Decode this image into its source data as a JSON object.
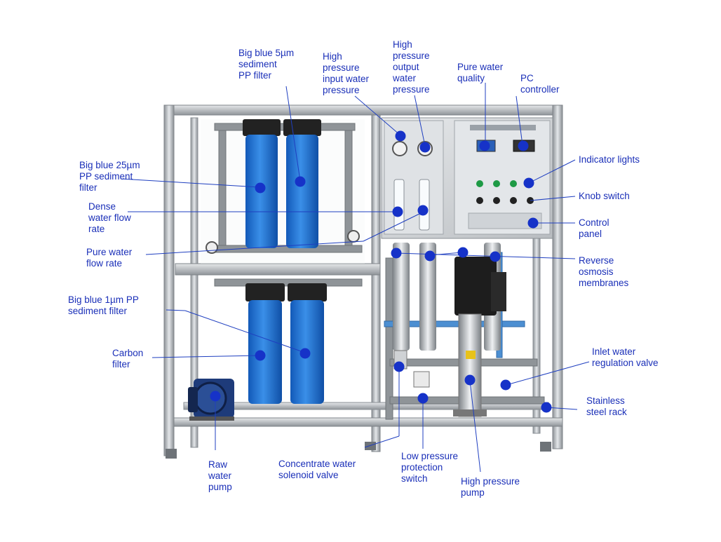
{
  "labels": {
    "bigblue5": "Big blue 5µm\nsediment\nPP filter",
    "hp_input": "High\npressure\ninput water\npressure",
    "hp_output": "High\npressure\noutput\nwater\npressure",
    "pure_quality": "Pure water\nquality",
    "pc": "PC\ncontroller",
    "bigblue25": "Big blue 25µm\nPP sediment\nfilter",
    "indicator": "Indicator lights",
    "knob": "Knob switch",
    "dense_flow": "Dense\nwater flow\nrate",
    "control_panel": "Control\npanel",
    "pure_flow": "Pure water\nflow rate",
    "ro_membranes": "Reverse\nosmosis\nmembranes",
    "bigblue1": "Big blue 1µm PP\nsediment filter",
    "carbon": "Carbon\nfilter",
    "inlet_valve": "Inlet water\nregulation valve",
    "rack": "Stainless\nsteel rack",
    "raw_pump": "Raw\nwater\npump",
    "solenoid": "Concentrate water\nsolenoid valve",
    "low_pressure": "Low pressure\nprotection\nswitch",
    "hp_pump": "High pressure\npump"
  },
  "colors": {
    "label_text": "#1a2fb8",
    "marker": "#1632c8",
    "leader": "#1f3fc0",
    "steel": "#b9bdc1",
    "filter_blue": "#1f74d6",
    "panel": "#d7d9dc"
  },
  "icons": {
    "marker": "blue-dot-marker",
    "flowmeter": "flowmeter-tube",
    "gauge": "pressure-gauge"
  }
}
